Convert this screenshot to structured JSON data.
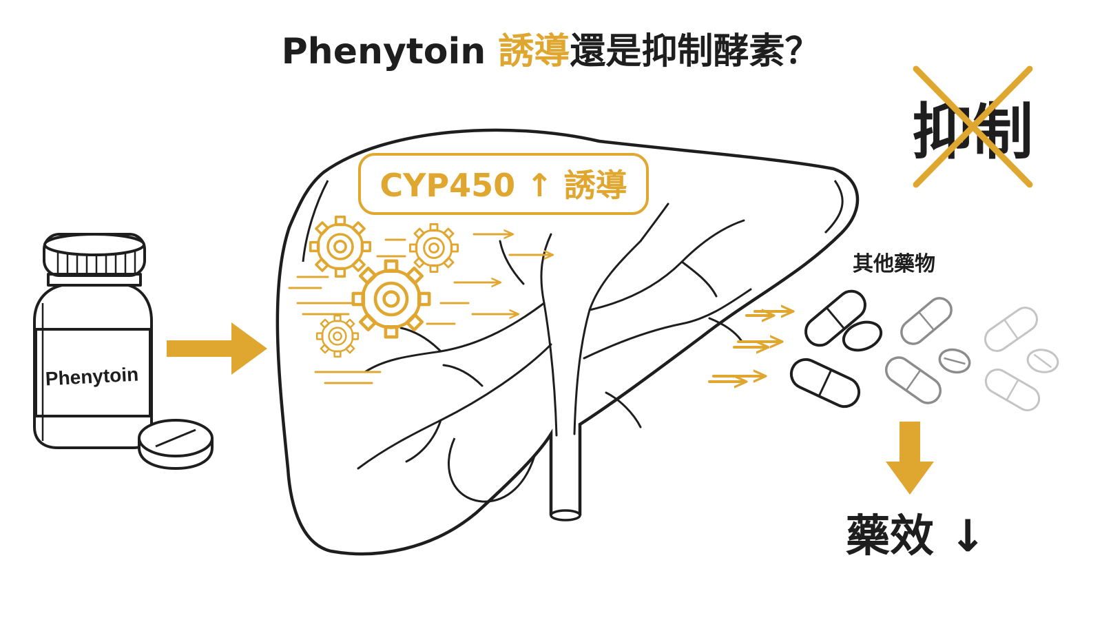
{
  "title": {
    "prefix": "Phenytoin ",
    "highlight": "誘導",
    "suffix": "還是抑制酵素？"
  },
  "rejected_label": "抑制",
  "badge_label": "CYP450 ↑ 誘導",
  "bottle_label": "Phenytoin",
  "other_drugs_label": "其他藥物",
  "effect_label": "藥效 ↓",
  "colors": {
    "ink": "#1e1e1e",
    "accent": "#e0a730",
    "muted": "#8c8c8c",
    "faint": "#c4c4c4"
  }
}
